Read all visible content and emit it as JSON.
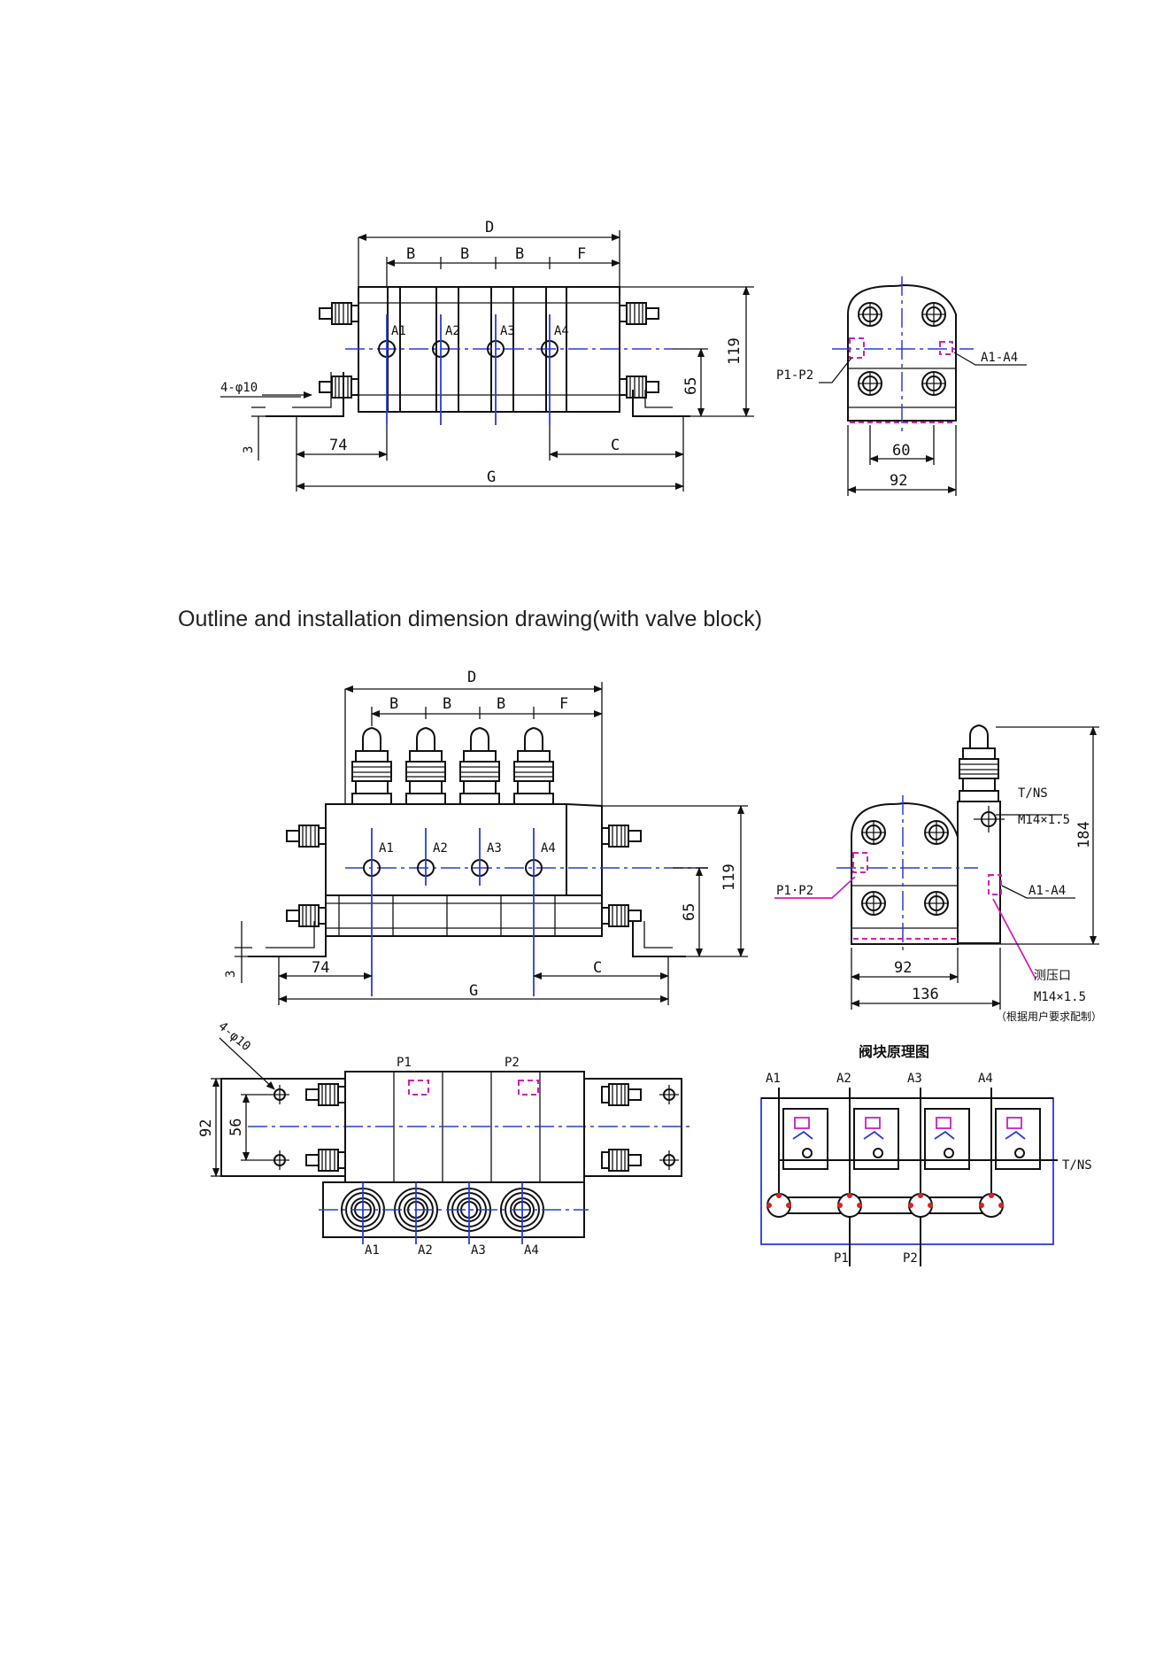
{
  "caption": "Outline and installation dimension drawing(with valve block)",
  "labels": {
    "D": "D",
    "B": "B",
    "F": "F",
    "C": "C",
    "G": "G",
    "A1": "A1",
    "A2": "A2",
    "A3": "A3",
    "A4": "A4",
    "P1": "P1",
    "P2": "P2",
    "P1P2": "P1-P2",
    "P1P2b": "P1·P2",
    "A1A4": "A1-A4",
    "holes": "4-φ10",
    "TNS": "T/NS",
    "thread": "M14×1.5",
    "gauge": "测压口",
    "custom": "（根据用户要求配制）",
    "schematic_title": "阀块原理图"
  },
  "dims": {
    "d119": "119",
    "d65": "65",
    "d74": "74",
    "d3": "3",
    "d60": "60",
    "d92": "92",
    "d136": "136",
    "d184": "184",
    "d56": "56"
  }
}
